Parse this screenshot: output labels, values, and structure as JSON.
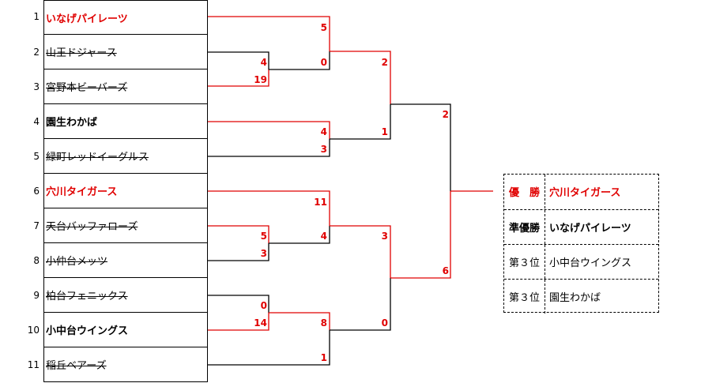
{
  "teams": [
    {
      "seed": "1",
      "name": "いなげパイレーツ"
    },
    {
      "seed": "2",
      "name": "山王ドジャース"
    },
    {
      "seed": "3",
      "name": "宮野本ビーバーズ"
    },
    {
      "seed": "4",
      "name": "園生わかば"
    },
    {
      "seed": "5",
      "name": "緑町レッドイーグルス"
    },
    {
      "seed": "6",
      "name": "穴川タイガース"
    },
    {
      "seed": "7",
      "name": "天台バッファローズ"
    },
    {
      "seed": "8",
      "name": "小仲台メッツ"
    },
    {
      "seed": "9",
      "name": "柏台フェニックス"
    },
    {
      "seed": "10",
      "name": "小中台ウイングス"
    },
    {
      "seed": "11",
      "name": "稲丘ベアーズ"
    }
  ],
  "scores": {
    "r1_2v3_top": "4",
    "r1_2v3_bot": "19",
    "r1_7v8_top": "5",
    "r1_7v8_bot": "3",
    "r1_9v10_top": "0",
    "r1_9v10_bot": "14",
    "r2_1v23_top": "5",
    "r2_1v23_bot": "0",
    "r2_4v5_top": "4",
    "r2_4v5_bot": "3",
    "r2_6v78_top": "11",
    "r2_6v78_bot": "4",
    "r2_910v11_top": "8",
    "r2_910v11_bot": "1",
    "sf1_top": "2",
    "sf1_bot": "1",
    "sf2_top": "3",
    "sf2_bot": "0",
    "final_top": "2",
    "final_bot": "6"
  },
  "results": [
    {
      "label": "優　勝",
      "team": "穴川タイガース"
    },
    {
      "label": "準優勝",
      "team": "いなげパイレーツ"
    },
    {
      "label": "第３位",
      "team": "小中台ウイングス"
    },
    {
      "label": "第３位",
      "team": "園生わかば"
    }
  ],
  "colors": {
    "winner": "#e00000",
    "line": "#000000"
  }
}
